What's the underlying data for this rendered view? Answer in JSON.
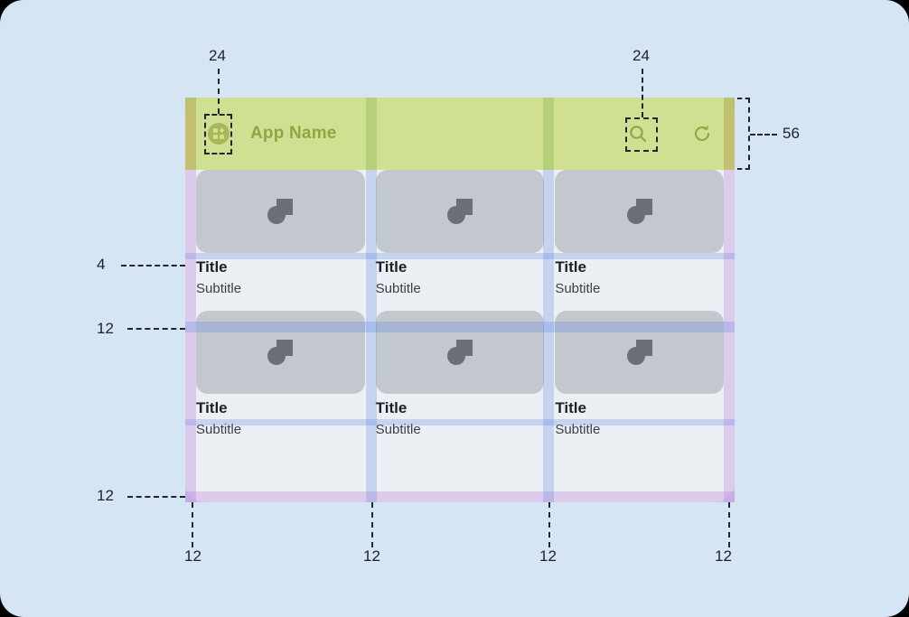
{
  "canvas": {
    "background_color": "#d6e5f3",
    "frame_background": "#eceff3"
  },
  "appbar": {
    "title": "App Name",
    "height_label": "56",
    "leading_icon": "apps-grid-icon",
    "actions": [
      {
        "name": "search-icon",
        "label": "Search"
      },
      {
        "name": "refresh-icon",
        "label": "Refresh"
      }
    ],
    "overlay_color": "#bed656"
  },
  "grid": {
    "columns": 3,
    "rows": 2,
    "cards": [
      {
        "title": "Title",
        "subtitle": "Subtitle",
        "media_icon": "image-placeholder-icon"
      },
      {
        "title": "Title",
        "subtitle": "Subtitle",
        "media_icon": "image-placeholder-icon"
      },
      {
        "title": "Title",
        "subtitle": "Subtitle",
        "media_icon": "image-placeholder-icon"
      },
      {
        "title": "Title",
        "subtitle": "Subtitle",
        "media_icon": "image-placeholder-icon"
      },
      {
        "title": "Title",
        "subtitle": "Subtitle",
        "media_icon": "image-placeholder-icon"
      },
      {
        "title": "Title",
        "subtitle": "Subtitle",
        "media_icon": "image-placeholder-icon"
      }
    ]
  },
  "annotations": {
    "top_left_icon_inset": "24",
    "top_right_icon_inset": "24",
    "appbar_height": "56",
    "media_to_title_gap": "4",
    "row_gap": "12",
    "bottom_margin": "12",
    "bottom_ticks": [
      "12",
      "12",
      "12",
      "12"
    ]
  },
  "colors": {
    "appbar_overlay": "#bed656",
    "margin_overlay": "#ba78dc",
    "gutter_overlay": "#5682e2",
    "card_media": "#c3c7ce",
    "title_text": "#1d2025",
    "subtitle_text": "#3b3f45",
    "appbar_title_text": "#4d5426"
  }
}
